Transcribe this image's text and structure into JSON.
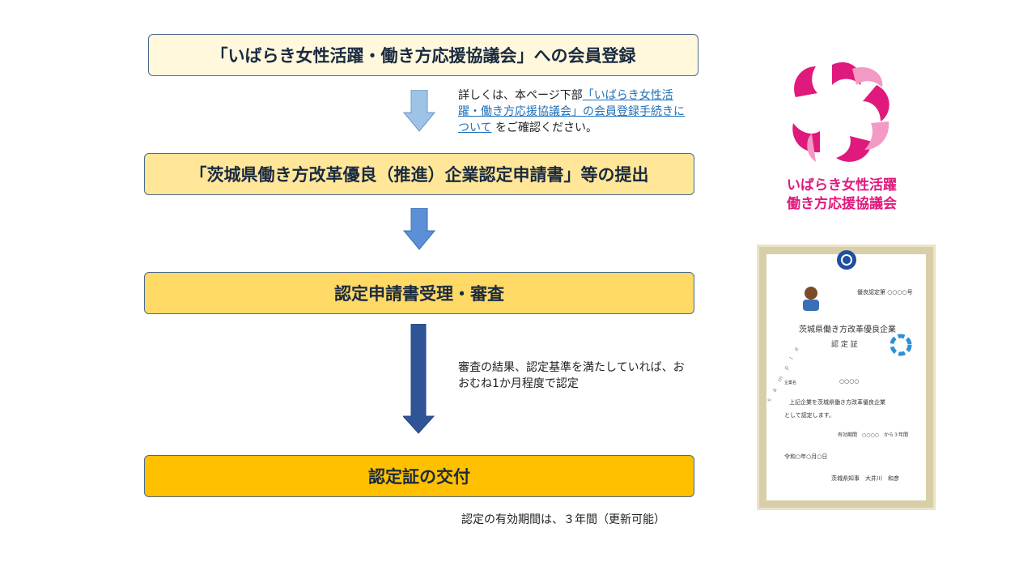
{
  "steps": [
    {
      "label": "「いばらき女性活躍・働き方応援協議会」への会員登録"
    },
    {
      "label": "「茨城県働き方改革優良（推進）企業認定申請書」等の提出"
    },
    {
      "label": "認定申請書受理・審査"
    },
    {
      "label": "認定証の交付"
    }
  ],
  "notes": {
    "registration_prefix": "詳しくは、本ページ下部",
    "registration_link": "「いばらき女性活躍・働き方応援協議会」の会員登録手続きについて",
    "registration_suffix": "をご確認ください。",
    "review": "審査の結果、認定基準を満たしていれば、おおむね1か月程度で認定",
    "validity": "認定の有効期間は、３年間（更新可能）"
  },
  "logo": {
    "line1": "いばらき女性活躍",
    "line2": "働き方応援協議会"
  },
  "certificate": {
    "number": "優良認定第 ○○○○号",
    "title": "茨城県働き方改革優良企業",
    "subtitle": "認 定 証",
    "company_label": "企業名",
    "company_value": "○○○○",
    "body1": "上記企業を茨城県働き方改革優良企業",
    "body2": "として認定します。",
    "validity": "有効期間　○○○○　から３年間",
    "date": "令和○年○月○日",
    "signer": "茨城県知事　大井川　和彦",
    "watermark": "sample"
  },
  "colors": {
    "box1": "#fff8dc",
    "box2": "#ffe699",
    "box3": "#ffd966",
    "box4": "#ffc000",
    "arrow1": "#9dc3e6",
    "arrow2": "#5b8fd6",
    "arrow3": "#2f5597",
    "logo": "#e0197d"
  }
}
